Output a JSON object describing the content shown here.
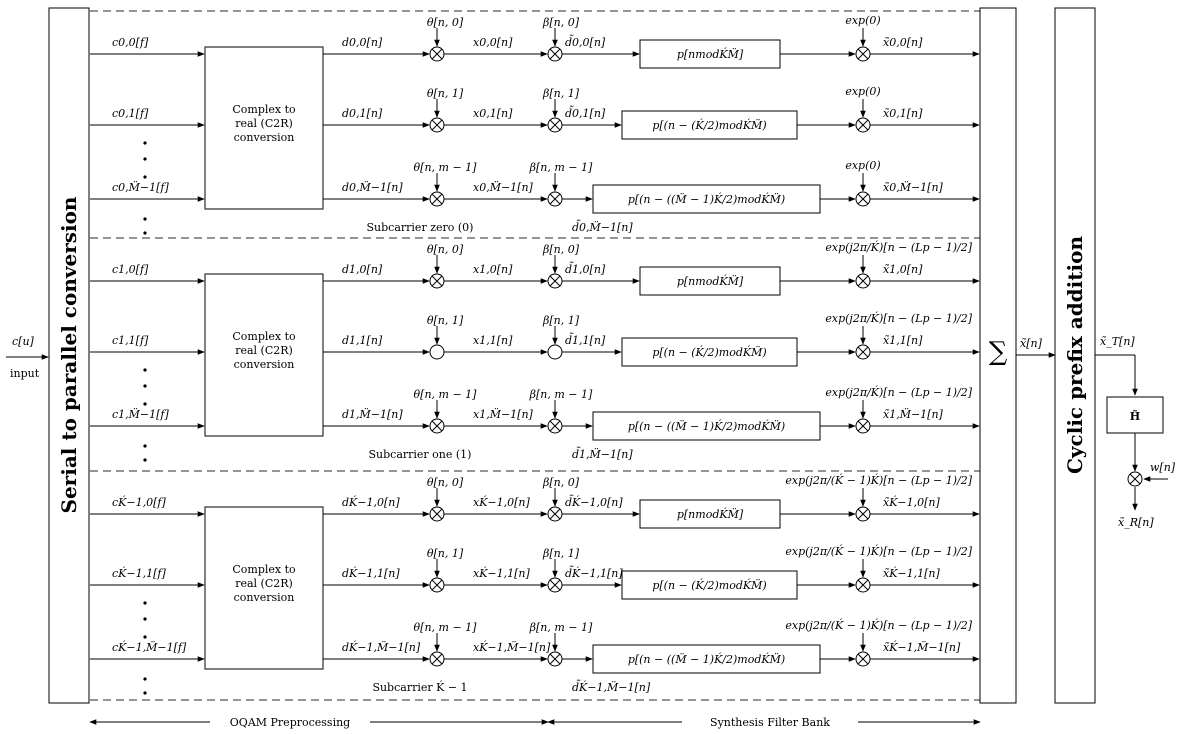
{
  "left_block": {
    "label": "Serial to parallel conversion"
  },
  "right_block": {
    "label": "Cyclic prefix addition"
  },
  "input": {
    "symbol": "c[u]",
    "label": "input"
  },
  "sum_symbol": "∑",
  "sum_output": "x̃[n]",
  "cp_output": "x̃_T[n]",
  "channel": {
    "label": "H̃",
    "noise": "w[n]",
    "output": "x̃_R[n]"
  },
  "footer": {
    "left": "OQAM Preprocessing",
    "right": "Synthesis Filter Bank"
  },
  "c2r_text": [
    "Complex to",
    "real (C2R)",
    "conversion"
  ],
  "groups": [
    {
      "caption": "Subcarrier zero (0)",
      "rows": [
        {
          "c": "c0,0[f]",
          "d": "d0,0[n]",
          "theta": "θ[n, 0]",
          "x": "x0,0[n]",
          "beta": "β[n, 0]",
          "dt": "d̃0,0[n]",
          "filter": "p[nmodḰM̈]",
          "exp": "exp(0)",
          "out": "x̃0,0[n]"
        },
        {
          "c": "c0,1[f]",
          "d": "d0,1[n]",
          "theta": "θ[n, 1]",
          "x": "x0,1[n]",
          "beta": "β[n, 1]",
          "dt": "d̃0,1[n]",
          "filter": "p[(n − (Ḱ/2)modḰM̈)",
          "exp": "exp(0)",
          "out": "x̃0,1[n]"
        },
        {
          "c": "c0,M̈−1[f]",
          "d": "d0,M̈−1[n]",
          "theta": "θ[n, m − 1]",
          "x": "x0,M̈−1[n]",
          "beta": "β[n, m − 1]",
          "dt": "d̃0,M̈−1[n]",
          "filter": "p[(n − ((M̈ − 1)Ḱ/2)modḰM̈)",
          "exp": "exp(0)",
          "out": "x̃0,M̈−1[n]"
        }
      ]
    },
    {
      "caption": "Subcarrier one (1)",
      "rows": [
        {
          "c": "c1,0[f]",
          "d": "d1,0[n]",
          "theta": "θ[n, 0]",
          "x": "x1,0[n]",
          "beta": "β[n, 0]",
          "dt": "d̃1,0[n]",
          "filter": "p[nmodḰM̈]",
          "exp": "exp(j2π/Ḱ)[n − (Lp − 1)/2]",
          "out": "x̃1,0[n]"
        },
        {
          "c": "c1,1[f]",
          "d": "d1,1[n]",
          "theta": "θ[n, 1]",
          "x": "x1,1[n]",
          "beta": "β[n, 1]",
          "dt": "d̃1,1[n]",
          "filter": "p[(n − (Ḱ/2)modḰM̈)",
          "exp": "exp(j2π/Ḱ)[n − (Lp − 1)/2]",
          "out": "x̃1,1[n]"
        },
        {
          "c": "c1,M̈−1[f]",
          "d": "d1,M̈−1[n]",
          "theta": "θ[n, m − 1]",
          "x": "x1,M̈−1[n]",
          "beta": "β[n, m − 1]",
          "dt": "d̃1,M̈−1[n]",
          "filter": "p[(n − ((M̈ − 1)Ḱ/2)modḰM̈)",
          "exp": "exp(j2π/Ḱ)[n − (Lp − 1)/2]",
          "out": "x̃1,M̈−1[n]"
        }
      ]
    },
    {
      "caption": "Subcarrier Ḱ − 1",
      "rows": [
        {
          "c": "cḰ−1,0[f]",
          "d": "dḰ−1,0[n]",
          "theta": "θ[n, 0]",
          "x": "xḰ−1,0[n]",
          "beta": "β[n, 0]",
          "dt": "d̃Ḱ−1,0[n]",
          "filter": "p[nmodḰM̈]",
          "exp": "exp(j2π/(Ḱ − 1)Ḱ)[n − (Lp − 1)/2]",
          "out": "x̃Ḱ−1,0[n]"
        },
        {
          "c": "cḰ−1,1[f]",
          "d": "dḰ−1,1[n]",
          "theta": "θ[n, 1]",
          "x": "xḰ−1,1[n]",
          "beta": "β[n, 1]",
          "dt": "d̃Ḱ−1,1[n]",
          "filter": "p[(n − (Ḱ/2)modḰM̈)",
          "exp": "exp(j2π/(Ḱ − 1)Ḱ)[n − (Lp − 1)/2]",
          "out": "x̃Ḱ−1,1[n]"
        },
        {
          "c": "cḰ−1,M̈−1[f]",
          "d": "dḰ−1,M̈−1[n]",
          "theta": "θ[n, m − 1]",
          "x": "xḰ−1,M̈−1[n]",
          "beta": "β[n, m − 1]",
          "dt": "d̃Ḱ−1,M̈−1[n]",
          "filter": "p[(n − ((M̈ − 1)Ḱ/2)modḰM̈)",
          "exp": "exp(j2π/(Ḱ − 1)Ḱ)[n − (Lp − 1)/2]",
          "out": "x̃Ḱ−1,M̈−1[n]"
        }
      ]
    }
  ]
}
